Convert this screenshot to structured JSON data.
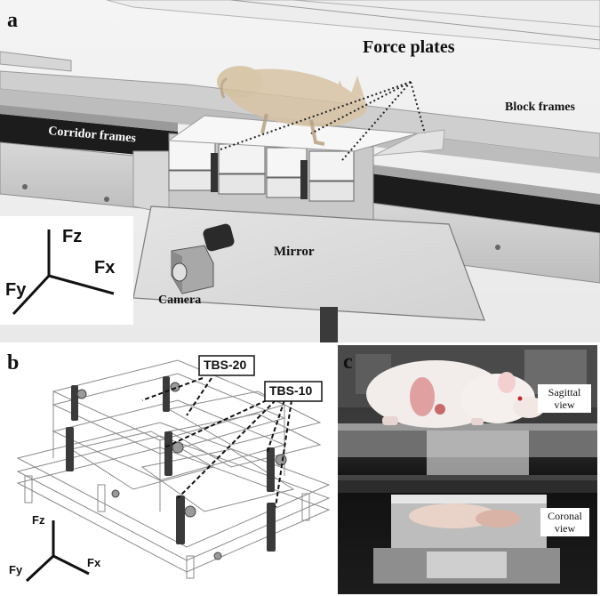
{
  "panel_a": {
    "letter": "a",
    "force_plates": "Force plates",
    "block_frames": "Block frames",
    "corridor_frames": "Corridor frames",
    "mirror": "Mirror",
    "camera": "Camera",
    "axis_z": "Fz",
    "axis_x": "Fx",
    "axis_y": "Fy"
  },
  "panel_b": {
    "letter": "b",
    "tbs20": "TBS-20",
    "tbs10": "TBS-10",
    "axis_z": "Fz",
    "axis_x": "Fx",
    "axis_y": "Fy"
  },
  "panel_c": {
    "letter": "c",
    "sagittal_line1": "Sagittal",
    "sagittal_line2": "view",
    "coronal_line1": "Coronal",
    "coronal_line2": "view"
  }
}
